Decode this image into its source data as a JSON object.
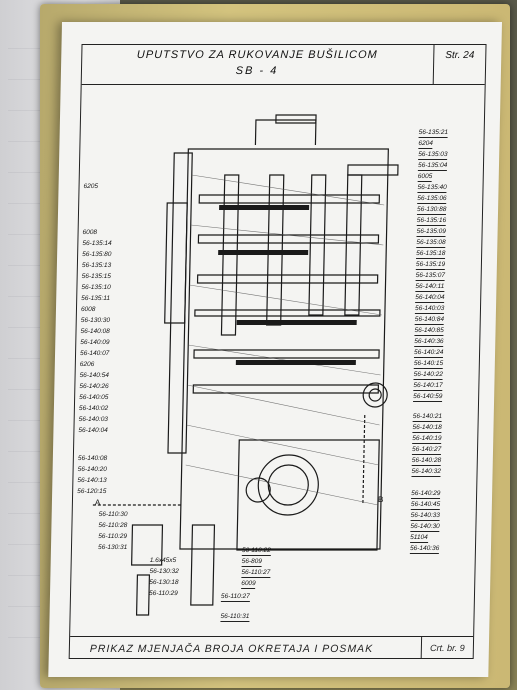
{
  "document": {
    "title_line1": "UPUTSTVO ZA RUKOVANJE BUŠILICOM",
    "title_line2": "SB - 4",
    "page_label": "Str. 24",
    "footer_caption": "PRIKAZ MJENJAČA BROJA OKRETAJA I POSMAK",
    "footer_number": "Crt. br. 9"
  },
  "drawing": {
    "section_marks": [
      "A",
      "B"
    ],
    "left_callouts": [
      "6205",
      "6008",
      "56-135:14",
      "56-135:80",
      "56-135:13",
      "56-135:15",
      "56-135:10",
      "56-135:11",
      "6008",
      "56-130:30",
      "56-140:08",
      "56-140:09",
      "56-140:07",
      "6206",
      "56-140:54",
      "56-140:26",
      "56-140:05",
      "56-140:02",
      "56-140:03",
      "56-140:04",
      "56-140:08",
      "56-140:20",
      "56-140:13",
      "56-120:15",
      "56-110:30",
      "56-110:28",
      "56-110:29",
      "56-130:31",
      "1.6x45x5",
      "56-130:32",
      "56-130:18",
      "56-110:29"
    ],
    "right_callouts": [
      "56-135:21",
      "6204",
      "56-135:03",
      "56-135:04",
      "6005",
      "56-135:40",
      "56-135:06",
      "56-130:88",
      "56-135:16",
      "56-135:09",
      "56-135:08",
      "56-135:18",
      "56-135:19",
      "56-135:07",
      "56-140:11",
      "56-140:04",
      "56-140:03",
      "56-140:84",
      "56-140:85",
      "56-140:36",
      "56-140:24",
      "56-140:15",
      "56-140:22",
      "56-140:17",
      "56-140:59",
      "56-140:21",
      "56-140:18",
      "56-140:19",
      "56-140:27",
      "56-140:28",
      "56-140:32",
      "56-140:29",
      "56-140:45",
      "56-140:33",
      "56-140:30",
      "51104",
      "56-140:36"
    ],
    "bottom_callouts": [
      "56-110:22",
      "56-809",
      "56-110:27",
      "6009",
      "56-110:27",
      "56-110:31"
    ]
  }
}
